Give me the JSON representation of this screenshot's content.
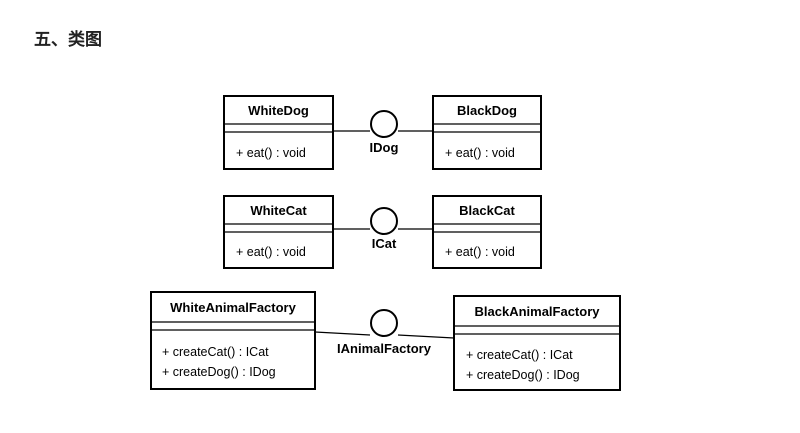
{
  "section_title": "五、类图",
  "diagram": {
    "rows": [
      {
        "interface": "IDog",
        "left": {
          "name": "WhiteDog",
          "members": [
            "+ eat() : void"
          ]
        },
        "right": {
          "name": "BlackDog",
          "members": [
            "+ eat() : void"
          ]
        }
      },
      {
        "interface": "ICat",
        "left": {
          "name": "WhiteCat",
          "members": [
            "+ eat() : void"
          ]
        },
        "right": {
          "name": "BlackCat",
          "members": [
            "+ eat() : void"
          ]
        }
      },
      {
        "interface": "IAnimalFactory",
        "left": {
          "name": "WhiteAnimalFactory",
          "members": [
            "+ createCat() : ICat",
            "+ createDog() : IDog"
          ]
        },
        "right": {
          "name": "BlackAnimalFactory",
          "members": [
            "+ createCat() : ICat",
            "+ createDog() : IDog"
          ]
        }
      }
    ]
  }
}
